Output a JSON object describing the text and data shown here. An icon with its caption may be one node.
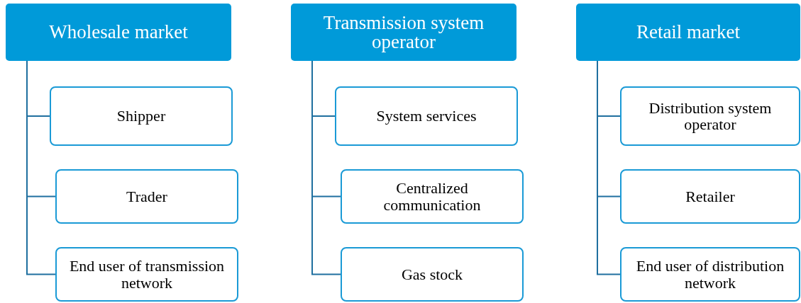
{
  "diagram": {
    "nodes": [
      {
        "text": [
          "Wholesale market"
        ]
      },
      {
        "text": [
          "Shipper"
        ]
      },
      {
        "text": [
          "Trader"
        ]
      },
      {
        "text": [
          "End user of transmission network"
        ]
      },
      {
        "text": [
          "Transmission system operator"
        ]
      },
      {
        "text": [
          "System services"
        ]
      },
      {
        "text": [
          "Centralized communication"
        ]
      },
      {
        "text": [
          "Gas stock"
        ]
      },
      {
        "text": [
          "Retail market"
        ]
      },
      {
        "text": [
          "Distribution system operator"
        ]
      },
      {
        "text": [
          "Retailer"
        ]
      },
      {
        "text": [
          "End user of distribution network"
        ]
      }
    ],
    "edges": [
      {
        "from": 0,
        "to": 1,
        "arrow": "none"
      },
      {
        "from": 0,
        "to": 2,
        "arrow": "none"
      },
      {
        "from": 0,
        "to": 3,
        "arrow": "none"
      },
      {
        "from": 4,
        "to": 5,
        "arrow": "none"
      },
      {
        "from": 4,
        "to": 6,
        "arrow": "none"
      },
      {
        "from": 4,
        "to": 7,
        "arrow": "none"
      },
      {
        "from": 8,
        "to": 9,
        "arrow": "none"
      },
      {
        "from": 8,
        "to": 10,
        "arrow": "none"
      },
      {
        "from": 8,
        "to": 11,
        "arrow": "none"
      }
    ]
  }
}
